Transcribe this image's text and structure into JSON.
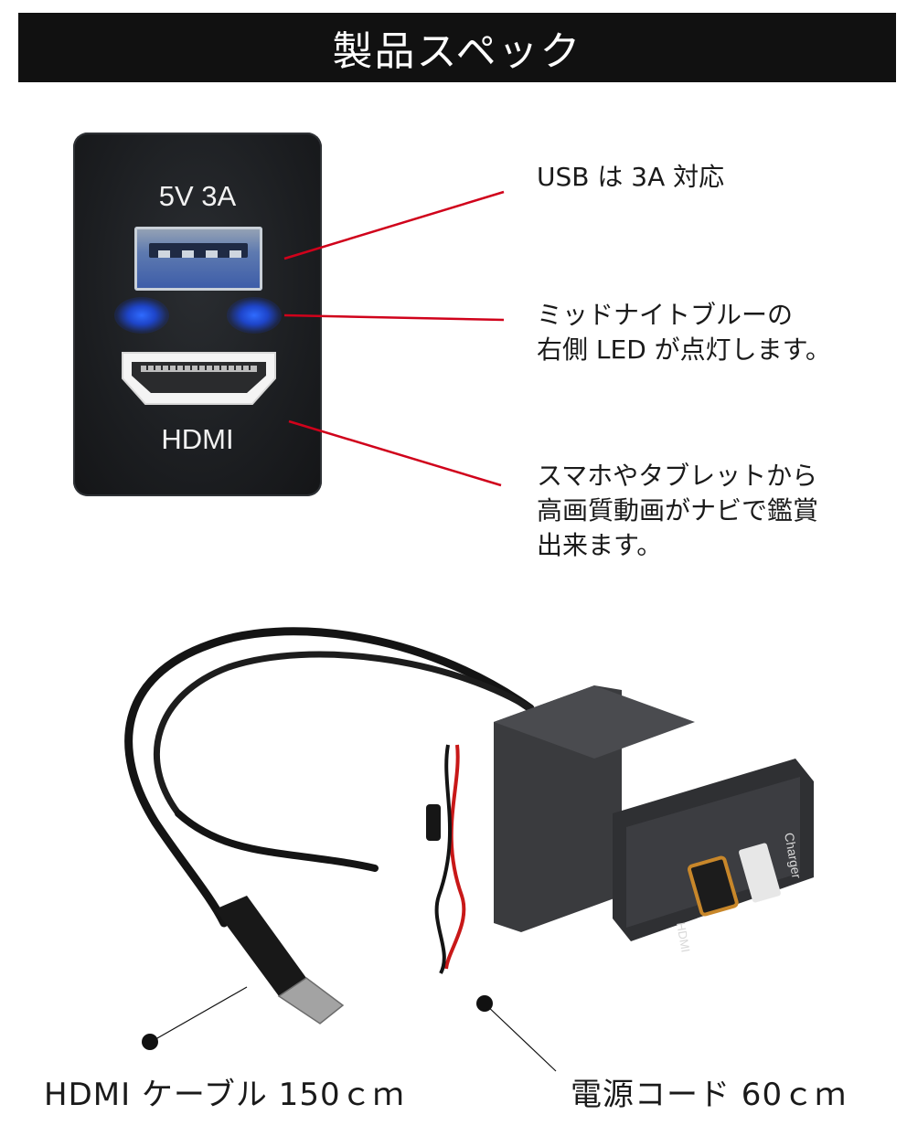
{
  "header": {
    "title": "製品スペック"
  },
  "panel": {
    "top_label": "5V 3A",
    "bottom_label": "HDMI"
  },
  "callouts": {
    "usb": "USB は 3A 対応",
    "led": "ミッドナイトブルーの\n右側 LED が点灯します。",
    "hdmi": "スマホやタブレットから\n高画質動画がナビで鑑賞\n出来ます。"
  },
  "product": {
    "charger_label": "Charger",
    "hdmi_label": "HDMI"
  },
  "labels": {
    "cable": "HDMI ケーブル 150ｃｍ",
    "power": "電源コード 60ｃｍ"
  },
  "colors": {
    "header_bg": "#111111",
    "leader_line": "#d0021b",
    "led_blue": "#2f6bff",
    "hdmi_port_accent": "#c8872a"
  }
}
